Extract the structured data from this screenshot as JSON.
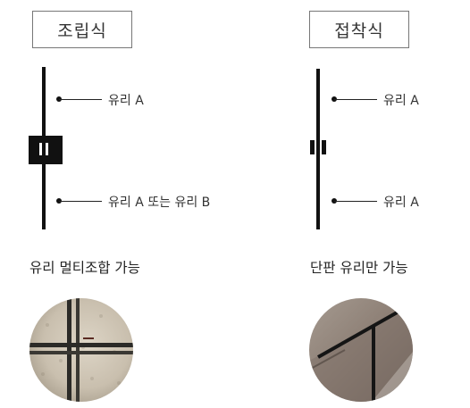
{
  "left": {
    "title": "조립식",
    "label_top": "유리 A",
    "label_bottom": "유리 A 또는 유리 B",
    "caption": "유리 멀티조합 가능"
  },
  "right": {
    "title": "접착식",
    "label_top": "유리 A",
    "label_bottom": "유리 A",
    "caption": "단판 유리만 가능"
  },
  "colors": {
    "frame": "#111111",
    "left_photo_glass": "#c9bfae",
    "right_photo_glass": "#8c7e74"
  }
}
